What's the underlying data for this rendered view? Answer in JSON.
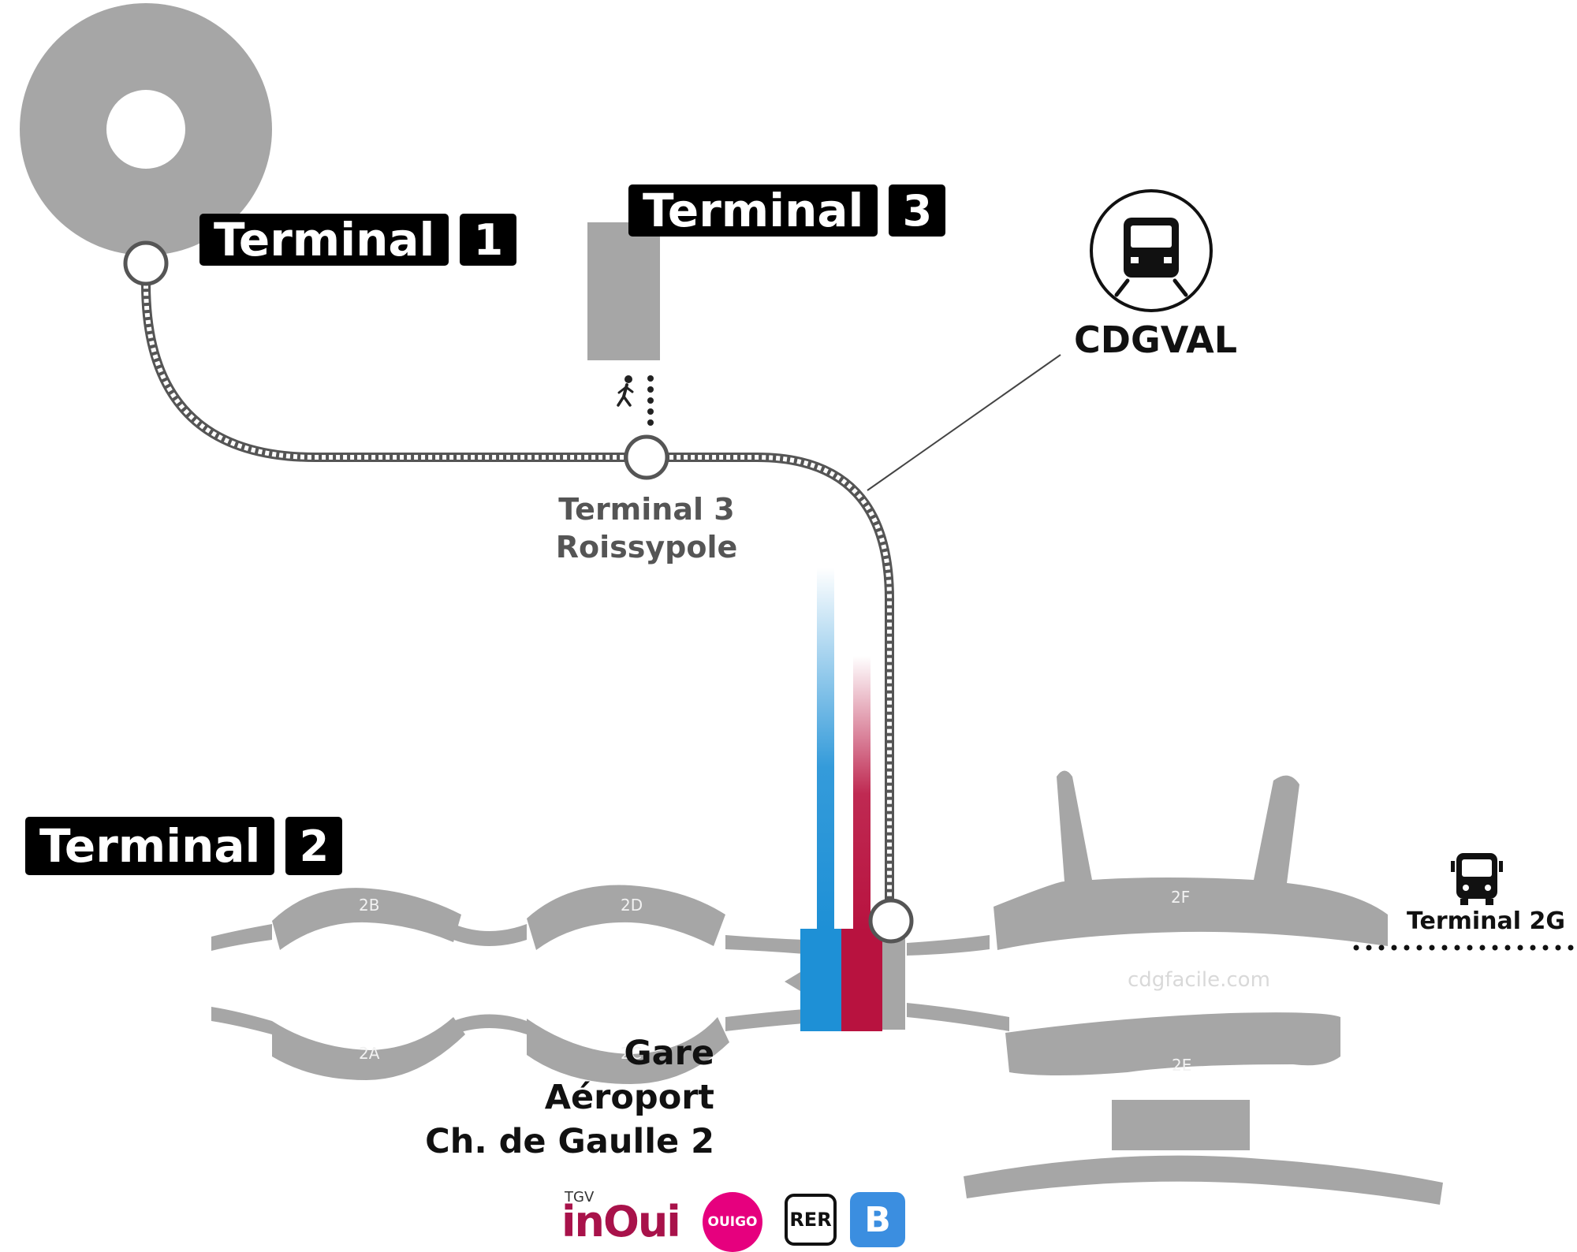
{
  "terminals": {
    "t1": {
      "name": "Terminal",
      "number": "1"
    },
    "t3": {
      "name": "Terminal",
      "number": "3"
    },
    "t2": {
      "name": "Terminal",
      "number": "2"
    }
  },
  "cdgval": {
    "label": "CDGVAL",
    "icon": "train-icon"
  },
  "stops": {
    "roissypole_line1": "Terminal 3",
    "roissypole_line2": "Roissypole"
  },
  "station": {
    "line1": "Gare",
    "line2": "Aéroport",
    "line3": "Ch. de Gaulle 2"
  },
  "piers": [
    "2A",
    "2B",
    "2C",
    "2D",
    "2E",
    "2F"
  ],
  "terminal_2g": {
    "label": "Terminal 2G",
    "icon": "bus-icon"
  },
  "watermark": "cdgfacile.com",
  "logos": {
    "tgv_small": "TGV",
    "inoui": "inOui",
    "ouigo": "OUIGO",
    "rer": "RER",
    "rer_line": "B"
  },
  "colors": {
    "terminal_gray": "#a6a6a6",
    "rer_blue": "#1e90d6",
    "tgv_red": "#b8123f",
    "ouigo_pink": "#e6007e",
    "rer_b_blue": "#3b8ee0"
  }
}
